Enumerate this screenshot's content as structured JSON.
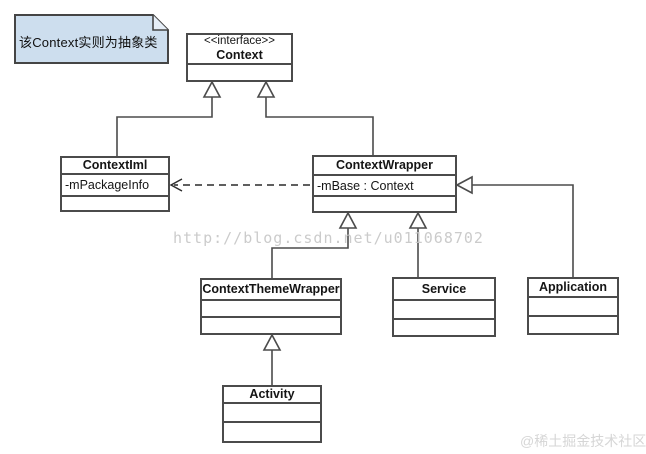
{
  "diagram": {
    "note": {
      "text": "该Context实则为抽象类"
    },
    "classes": [
      {
        "id": "context",
        "stereotype": "<<interface>>",
        "name": "Context",
        "attributes": []
      },
      {
        "id": "contextIml",
        "name": "ContextIml",
        "attributes": [
          "-mPackageInfo"
        ]
      },
      {
        "id": "contextWrapper",
        "name": "ContextWrapper",
        "attributes": [
          "-mBase : Context"
        ]
      },
      {
        "id": "contextThemeWrapper",
        "name": "ContextThemeWrapper",
        "attributes": []
      },
      {
        "id": "service",
        "name": "Service",
        "attributes": []
      },
      {
        "id": "application",
        "name": "Application",
        "attributes": []
      },
      {
        "id": "activity",
        "name": "Activity",
        "attributes": []
      }
    ],
    "relationships": [
      {
        "type": "generalization",
        "from": "ContextIml",
        "to": "Context"
      },
      {
        "type": "generalization",
        "from": "ContextWrapper",
        "to": "Context"
      },
      {
        "type": "generalization",
        "from": "ContextThemeWrapper",
        "to": "ContextWrapper"
      },
      {
        "type": "generalization",
        "from": "Service",
        "to": "ContextWrapper"
      },
      {
        "type": "generalization",
        "from": "Application",
        "to": "ContextWrapper"
      },
      {
        "type": "generalization",
        "from": "Activity",
        "to": "ContextThemeWrapper"
      },
      {
        "type": "dashed-dependency",
        "from": "ContextWrapper",
        "to": "ContextIml"
      }
    ],
    "watermarks": {
      "center": "http://blog.csdn.net/u011068702",
      "bottom_right": "@稀土掘金技术社区"
    }
  },
  "colors": {
    "note_fill": "#cddeee",
    "note_fold_fill": "#e6eef7",
    "line": "#4b4b4b",
    "background": "#ffffff"
  }
}
